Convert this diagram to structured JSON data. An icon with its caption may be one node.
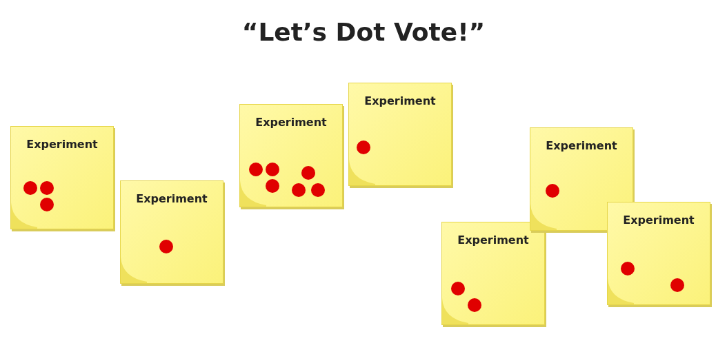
{
  "diagram": {
    "title": "“Let’s Dot Vote!”",
    "nodes": [
      {
        "text": [
          "Experiment"
        ]
      },
      {
        "text": [
          "Experiment"
        ]
      },
      {
        "text": [
          "Experiment"
        ]
      },
      {
        "text": [
          "Experiment"
        ]
      },
      {
        "text": [
          "Experiment"
        ]
      },
      {
        "text": [
          "Experiment"
        ]
      },
      {
        "text": [
          "Experiment"
        ]
      }
    ]
  }
}
